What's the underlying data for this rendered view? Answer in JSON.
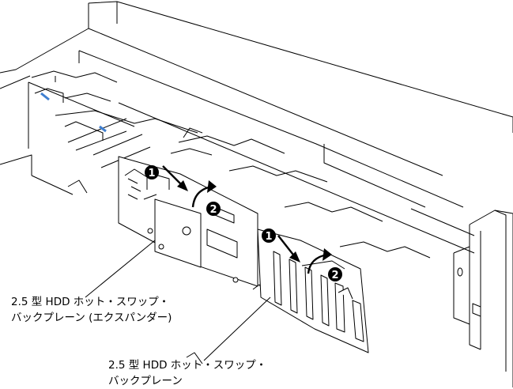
{
  "labels": {
    "expander_backplane": {
      "line1": "2.5 型 HDD ホット・スワップ・",
      "line2": "バックプレーン (エクスパンダー)"
    },
    "standard_backplane": {
      "line1": "2.5 型 HDD ホット・スワップ・",
      "line2": "バックプレーン"
    }
  },
  "steps": {
    "left_step1": "1",
    "left_step2": "2",
    "right_step1": "1",
    "right_step2": "2"
  },
  "colors": {
    "line": "#000000",
    "accent_blue": "#3f7fd0",
    "badge": "#000000"
  }
}
